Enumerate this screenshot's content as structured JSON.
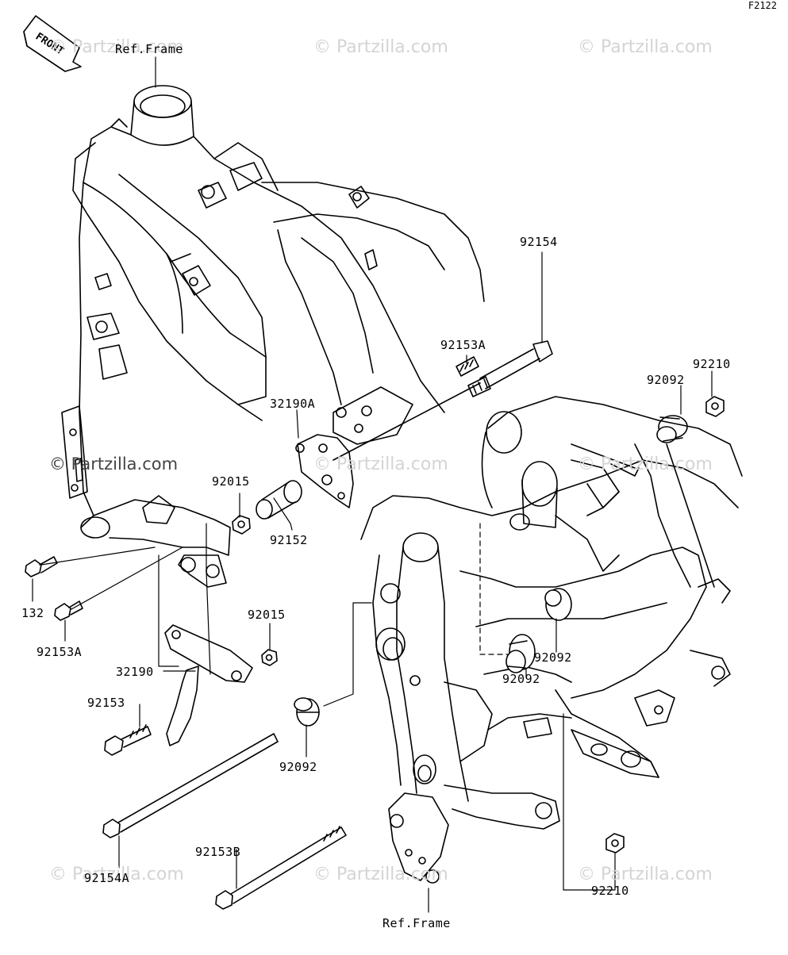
{
  "figure_id": "F2122",
  "front_arrow": {
    "label": "FRONT"
  },
  "watermark": "© Partzilla.com",
  "labels": {
    "ref_frame_top": "Ref.Frame",
    "ref_frame_bottom": "Ref.Frame",
    "p92154": "92154",
    "p92153A_top": "92153A",
    "p92210_right": "92210",
    "p92092_right": "92092",
    "p32190A": "32190A",
    "p92015_top": "92015",
    "p92152": "92152",
    "p132": "132",
    "p92153A_left": "92153A",
    "p92015_mid": "92015",
    "p32190": "32190",
    "p92153": "92153",
    "p92092_bottom": "92092",
    "p92092_center": "92092",
    "p92092_mid": "92092",
    "p92154A": "92154A",
    "p92153B": "92153B",
    "p92210_bottom": "92210"
  }
}
